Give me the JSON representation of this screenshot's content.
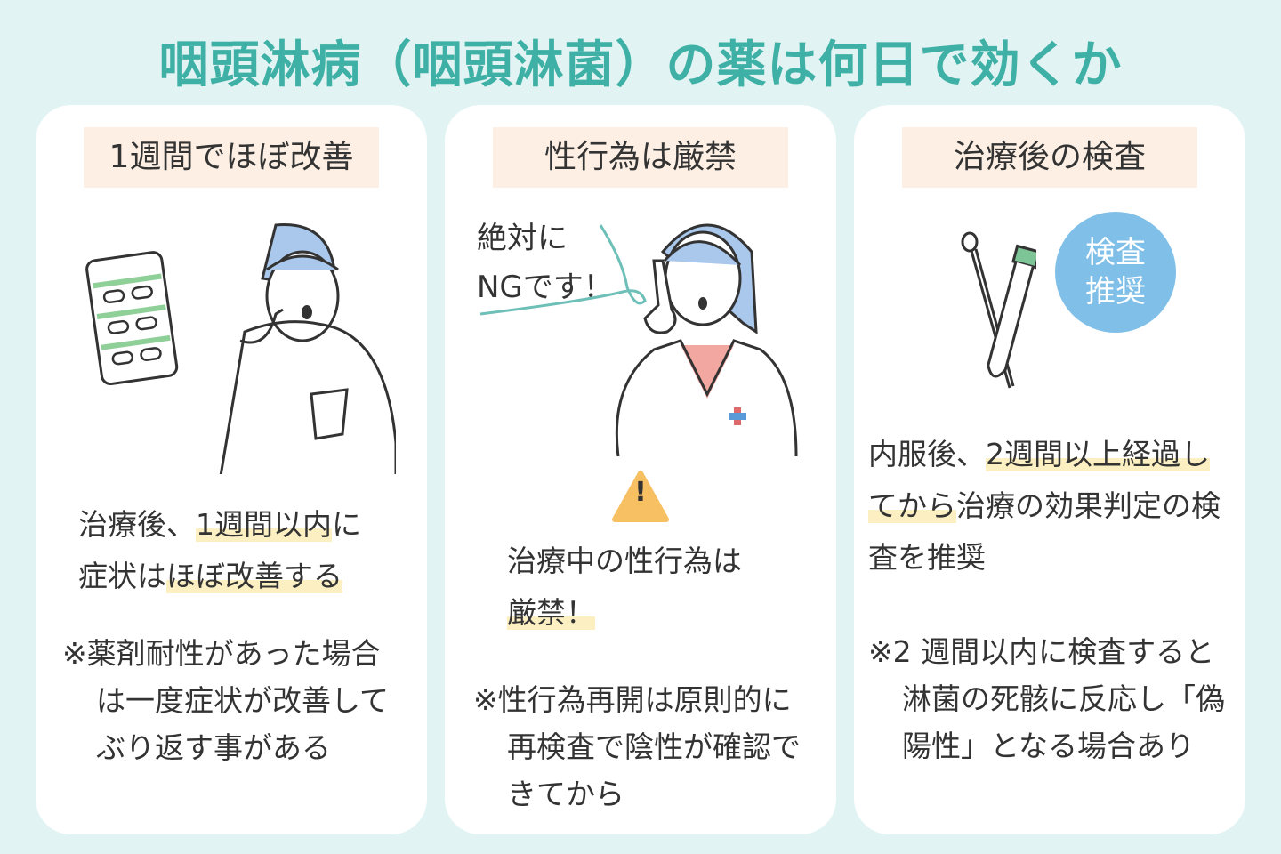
{
  "title": "咽頭淋病（咽頭淋菌）の薬は何日で効くか",
  "colors": {
    "accent": "#3fb0a6",
    "background": "#e1f3f2",
    "label_bg": "#fdefe3",
    "highlight": "#fcefc2",
    "badge": "#7fbfe8"
  },
  "cards": [
    {
      "label": "1週間でほぼ改善",
      "body": {
        "t1": "治療後、",
        "h1": "1週間以内",
        "t2": "に",
        "t3": "症状は",
        "h2": "ほぼ改善する"
      },
      "note": "※薬剤耐性があった場合は一度症状が改善してぶり返す事がある"
    },
    {
      "label": "性行為は厳禁",
      "speech": {
        "line1": "絶対に",
        "line2": "NGです！"
      },
      "warning_symbol": "!",
      "body": {
        "t1": "治療中の性行為は",
        "h1": "厳禁！"
      },
      "note": "※性行為再開は原則的に再検査で陰性が確認できてから"
    },
    {
      "label": "治療後の検査",
      "badge": {
        "line1": "検査",
        "line2": "推奨"
      },
      "body": {
        "t1": "内服後、",
        "h1": "2週間以上経過",
        "h2": "してから",
        "t2": "治療の効果判定の検査を推奨"
      },
      "note": "※2 週間以内に検査すると淋菌の死骸に反応し「偽陽性」となる場合あり"
    }
  ]
}
